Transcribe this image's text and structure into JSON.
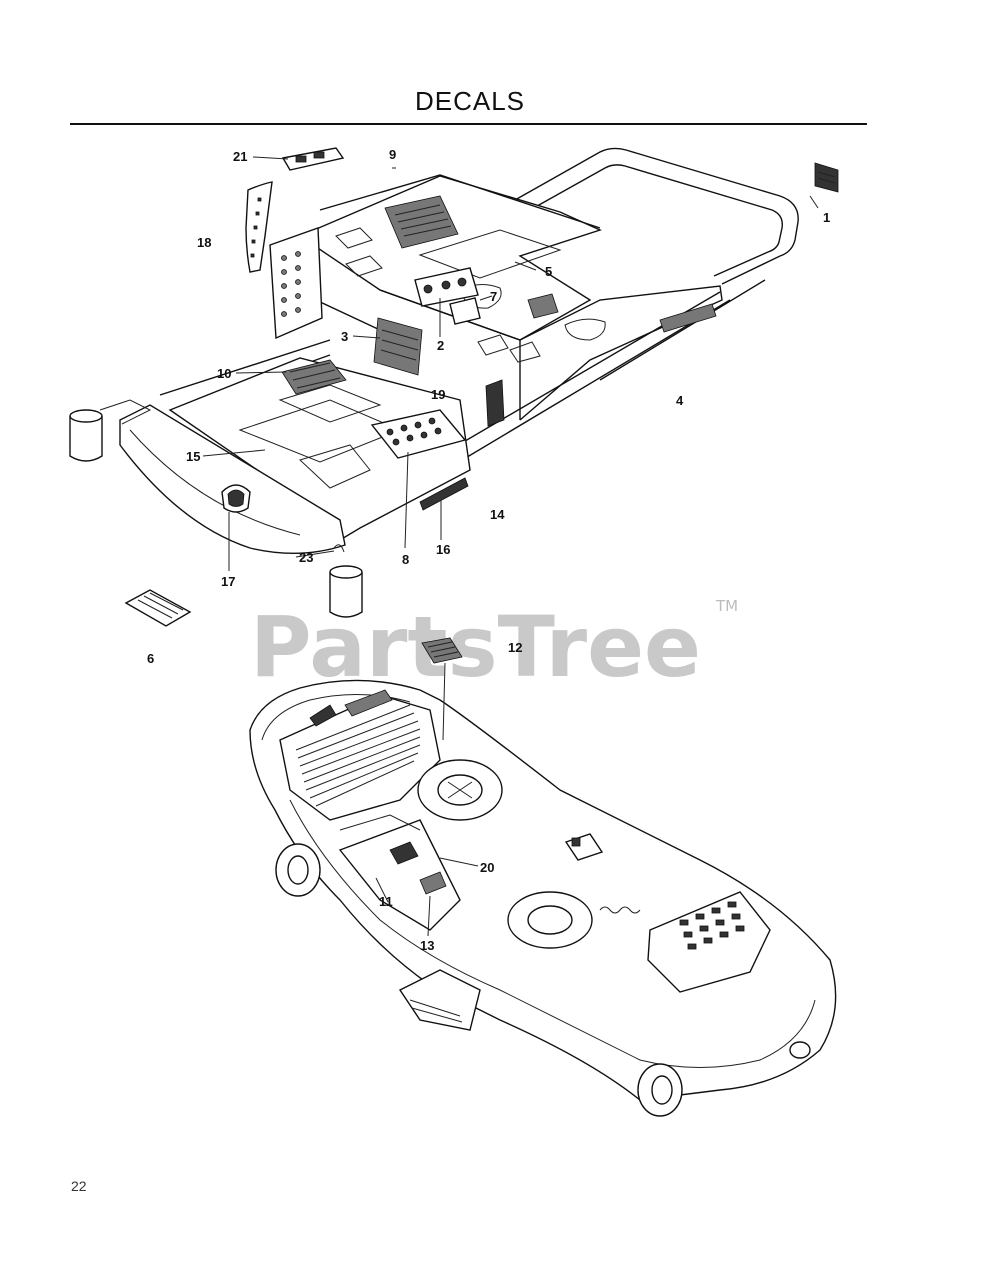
{
  "page": {
    "title": "DECALS",
    "page_number": "22",
    "watermark": "PartsTree",
    "watermark_tm": "TM"
  },
  "callouts": [
    {
      "id": "c1",
      "label": "1"
    },
    {
      "id": "c2",
      "label": "2"
    },
    {
      "id": "c3",
      "label": "3"
    },
    {
      "id": "c4",
      "label": "4"
    },
    {
      "id": "c5",
      "label": "5"
    },
    {
      "id": "c6",
      "label": "6"
    },
    {
      "id": "c7",
      "label": "7"
    },
    {
      "id": "c8",
      "label": "8"
    },
    {
      "id": "c9",
      "label": "9"
    },
    {
      "id": "c10",
      "label": "10"
    },
    {
      "id": "c11",
      "label": "11"
    },
    {
      "id": "c12",
      "label": "12"
    },
    {
      "id": "c13",
      "label": "13"
    },
    {
      "id": "c14",
      "label": "14"
    },
    {
      "id": "c15",
      "label": "15"
    },
    {
      "id": "c16",
      "label": "16"
    },
    {
      "id": "c17",
      "label": "17"
    },
    {
      "id": "c18",
      "label": "18"
    },
    {
      "id": "c19",
      "label": "19"
    },
    {
      "id": "c20",
      "label": "20"
    },
    {
      "id": "c21",
      "label": "21"
    },
    {
      "id": "c23",
      "label": "23"
    }
  ]
}
